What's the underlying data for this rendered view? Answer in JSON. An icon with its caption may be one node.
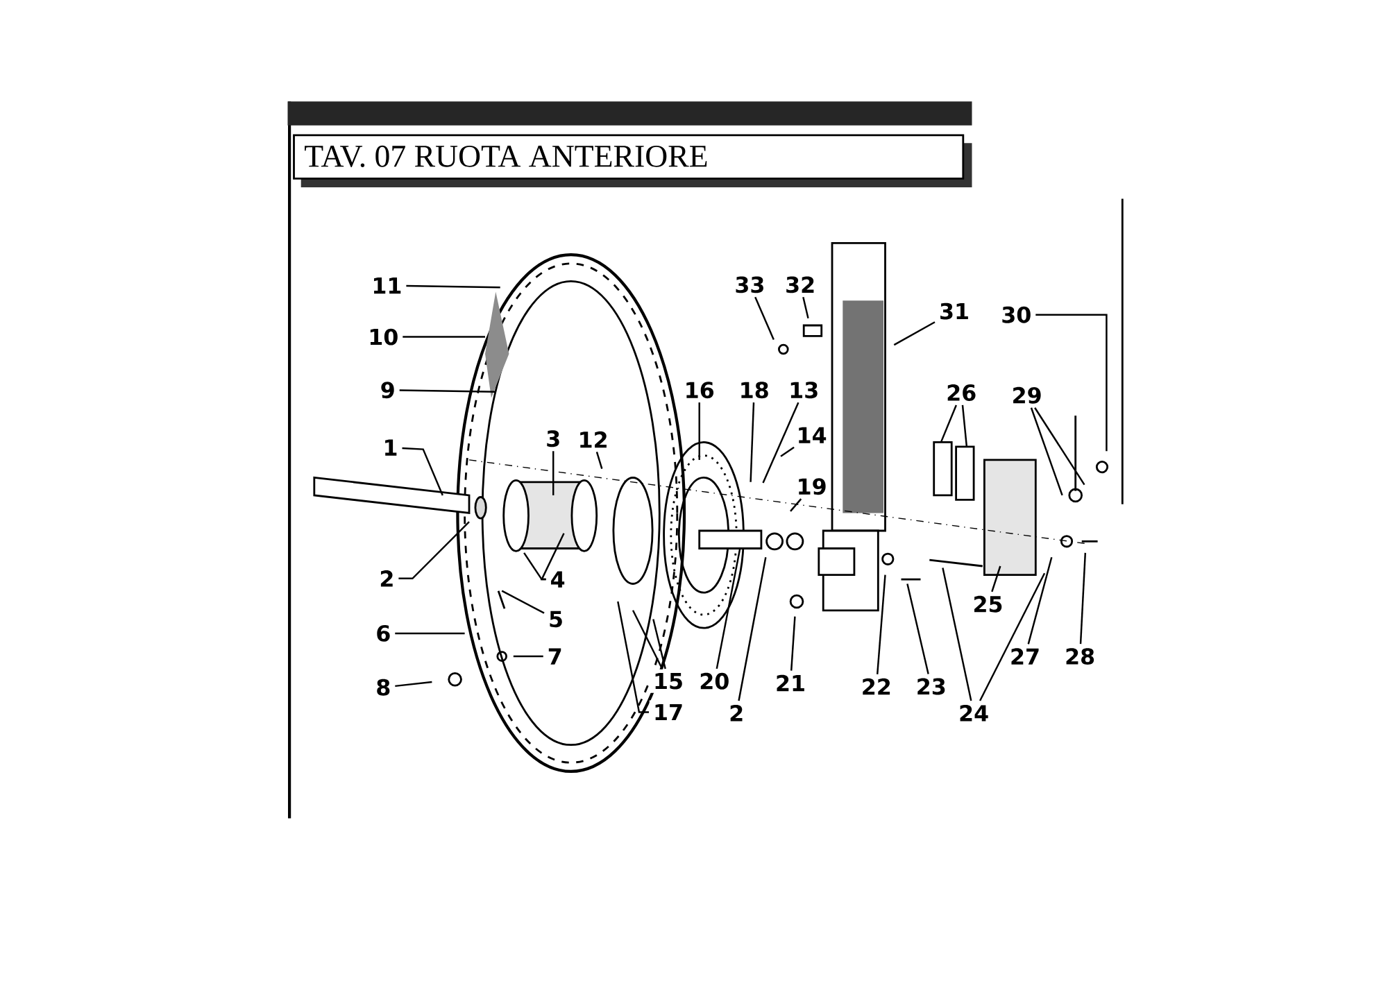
{
  "diagram": {
    "title": "TAV. 07 RUOTA ANTERIORE",
    "nodes": [
      {
        "text": [
          "11"
        ]
      },
      {
        "text": [
          "33"
        ]
      },
      {
        "text": [
          "32"
        ]
      },
      {
        "text": [
          "31"
        ]
      },
      {
        "text": [
          "30"
        ]
      },
      {
        "text": [
          "10"
        ]
      },
      {
        "text": [
          "9"
        ]
      },
      {
        "text": [
          "16"
        ]
      },
      {
        "text": [
          "18"
        ]
      },
      {
        "text": [
          "13"
        ]
      },
      {
        "text": [
          "26"
        ]
      },
      {
        "text": [
          "29"
        ]
      },
      {
        "text": [
          "14"
        ]
      },
      {
        "text": [
          "1"
        ]
      },
      {
        "text": [
          "3"
        ]
      },
      {
        "text": [
          "12"
        ]
      },
      {
        "text": [
          "19"
        ]
      },
      {
        "text": [
          "2"
        ]
      },
      {
        "text": [
          "4"
        ]
      },
      {
        "text": [
          "25"
        ]
      },
      {
        "text": [
          "5"
        ]
      },
      {
        "text": [
          "6"
        ]
      },
      {
        "text": [
          "7"
        ]
      },
      {
        "text": [
          "27"
        ]
      },
      {
        "text": [
          "28"
        ]
      },
      {
        "text": [
          "15"
        ]
      },
      {
        "text": [
          "20"
        ]
      },
      {
        "text": [
          "21"
        ]
      },
      {
        "text": [
          "22"
        ]
      },
      {
        "text": [
          "23"
        ]
      },
      {
        "text": [
          "8"
        ]
      },
      {
        "text": [
          "17"
        ]
      },
      {
        "text": [
          "2"
        ]
      },
      {
        "text": [
          "24"
        ]
      }
    ],
    "edges": [
      {
        "from": 0,
        "to": null,
        "arrow": "none"
      },
      {
        "from": 1,
        "to": null,
        "arrow": "none"
      },
      {
        "from": 2,
        "to": null,
        "arrow": "none"
      },
      {
        "from": 3,
        "to": null,
        "arrow": "none"
      },
      {
        "from": 4,
        "to": null,
        "arrow": "none"
      },
      {
        "from": 5,
        "to": null,
        "arrow": "none"
      },
      {
        "from": 6,
        "to": null,
        "arrow": "none"
      },
      {
        "from": 13,
        "to": null,
        "arrow": "none"
      },
      {
        "from": 14,
        "to": null,
        "arrow": "none"
      },
      {
        "from": 15,
        "to": null,
        "arrow": "none"
      },
      {
        "from": 7,
        "to": null,
        "arrow": "none"
      },
      {
        "from": 8,
        "to": null,
        "arrow": "none"
      },
      {
        "from": 9,
        "to": null,
        "arrow": "none"
      },
      {
        "from": 12,
        "to": null,
        "arrow": "none"
      },
      {
        "from": 16,
        "to": null,
        "arrow": "none"
      },
      {
        "from": 10,
        "to": null,
        "arrow": "none"
      },
      {
        "from": 10,
        "to": null,
        "arrow": "none"
      },
      {
        "from": 11,
        "to": null,
        "arrow": "none"
      },
      {
        "from": 11,
        "to": null,
        "arrow": "none"
      },
      {
        "from": 17,
        "to": null,
        "arrow": "none"
      },
      {
        "from": 18,
        "to": null,
        "arrow": "none"
      },
      {
        "from": 18,
        "to": null,
        "arrow": "none"
      },
      {
        "from": 20,
        "to": null,
        "arrow": "none"
      },
      {
        "from": 19,
        "to": null,
        "arrow": "none"
      },
      {
        "from": 21,
        "to": null,
        "arrow": "none"
      },
      {
        "from": 22,
        "to": null,
        "arrow": "none"
      },
      {
        "from": 23,
        "to": null,
        "arrow": "none"
      },
      {
        "from": 24,
        "to": null,
        "arrow": "none"
      },
      {
        "from": 25,
        "to": null,
        "arrow": "none"
      },
      {
        "from": 25,
        "to": null,
        "arrow": "none"
      },
      {
        "from": 26,
        "to": null,
        "arrow": "none"
      },
      {
        "from": 27,
        "to": null,
        "arrow": "none"
      },
      {
        "from": 32,
        "to": null,
        "arrow": "none"
      },
      {
        "from": 28,
        "to": null,
        "arrow": "none"
      },
      {
        "from": 29,
        "to": null,
        "arrow": "none"
      },
      {
        "from": 33,
        "to": null,
        "arrow": "none"
      },
      {
        "from": 33,
        "to": null,
        "arrow": "none"
      },
      {
        "from": 30,
        "to": null,
        "arrow": "none"
      },
      {
        "from": 31,
        "to": null,
        "arrow": "none"
      }
    ]
  }
}
